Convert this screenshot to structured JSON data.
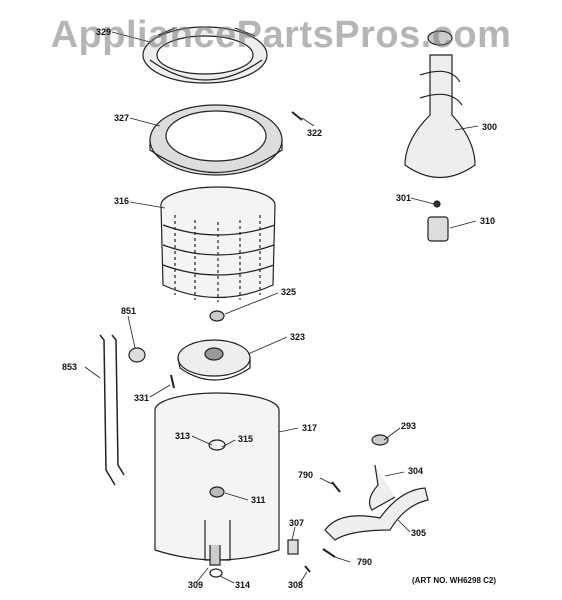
{
  "watermark": "AppliancePartsPros.com",
  "art_number": "(ART NO. WH6298 C2)",
  "callouts": [
    {
      "id": "329",
      "text": "329"
    },
    {
      "id": "327",
      "text": "327"
    },
    {
      "id": "322",
      "text": "322"
    },
    {
      "id": "300",
      "text": "300"
    },
    {
      "id": "301",
      "text": "301"
    },
    {
      "id": "310",
      "text": "310"
    },
    {
      "id": "316",
      "text": "316"
    },
    {
      "id": "325",
      "text": "325"
    },
    {
      "id": "851",
      "text": "851"
    },
    {
      "id": "323",
      "text": "323"
    },
    {
      "id": "853",
      "text": "853"
    },
    {
      "id": "331",
      "text": "331"
    },
    {
      "id": "317",
      "text": "317"
    },
    {
      "id": "313",
      "text": "313"
    },
    {
      "id": "315",
      "text": "315"
    },
    {
      "id": "293",
      "text": "293"
    },
    {
      "id": "790a",
      "text": "790"
    },
    {
      "id": "304",
      "text": "304"
    },
    {
      "id": "311",
      "text": "311"
    },
    {
      "id": "307",
      "text": "307"
    },
    {
      "id": "305",
      "text": "305"
    },
    {
      "id": "790b",
      "text": "790"
    },
    {
      "id": "309",
      "text": "309"
    },
    {
      "id": "314",
      "text": "314"
    },
    {
      "id": "308",
      "text": "308"
    }
  ]
}
